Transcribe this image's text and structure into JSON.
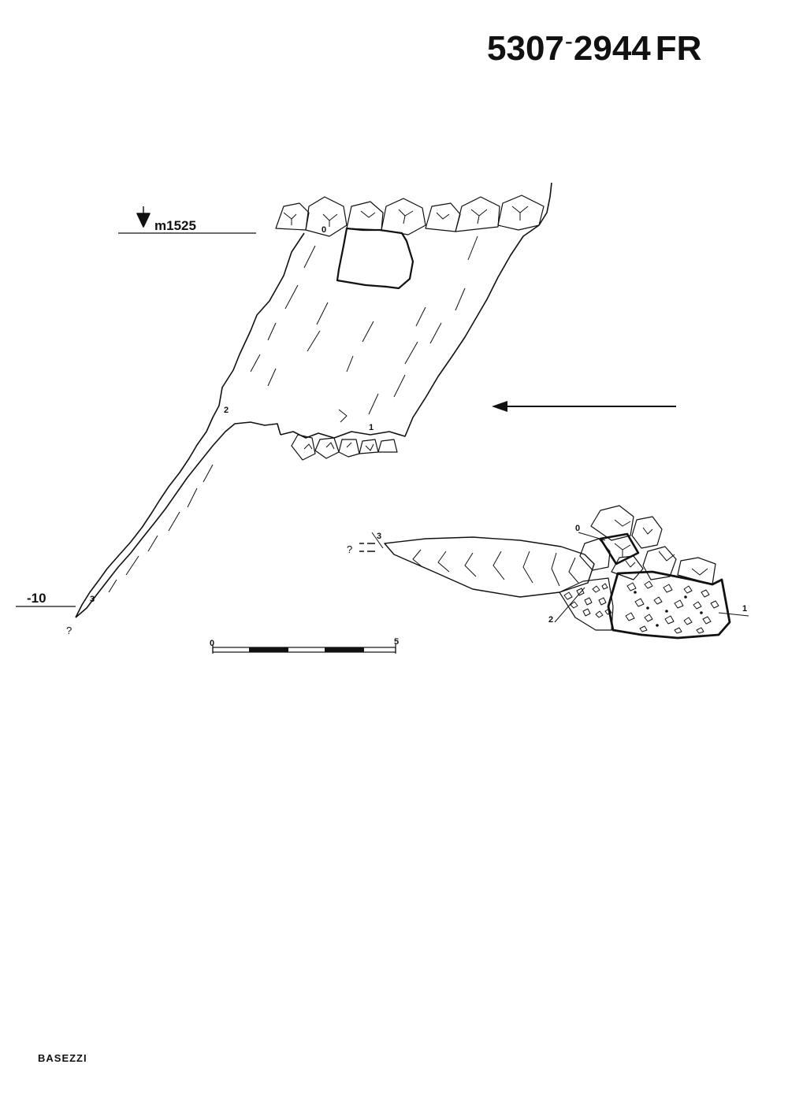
{
  "header": {
    "catalog_prefix": "5307",
    "catalog_dash": "-",
    "catalog_suffix": "2944",
    "region_code": "FR"
  },
  "section_view": {
    "entrance_elevation": "m1525",
    "depth_marker": "-10",
    "station_0": "0",
    "station_1": "1",
    "station_2": "2",
    "station_3": "3",
    "unknown_continuation": "?"
  },
  "plan_view": {
    "station_0": "0",
    "station_1": "1",
    "station_2": "2",
    "station_3": "3",
    "unknown_continuation": "?"
  },
  "scale_bar": {
    "start_label": "0",
    "end_label": "5"
  },
  "footer": {
    "author": "BASEZZI"
  }
}
